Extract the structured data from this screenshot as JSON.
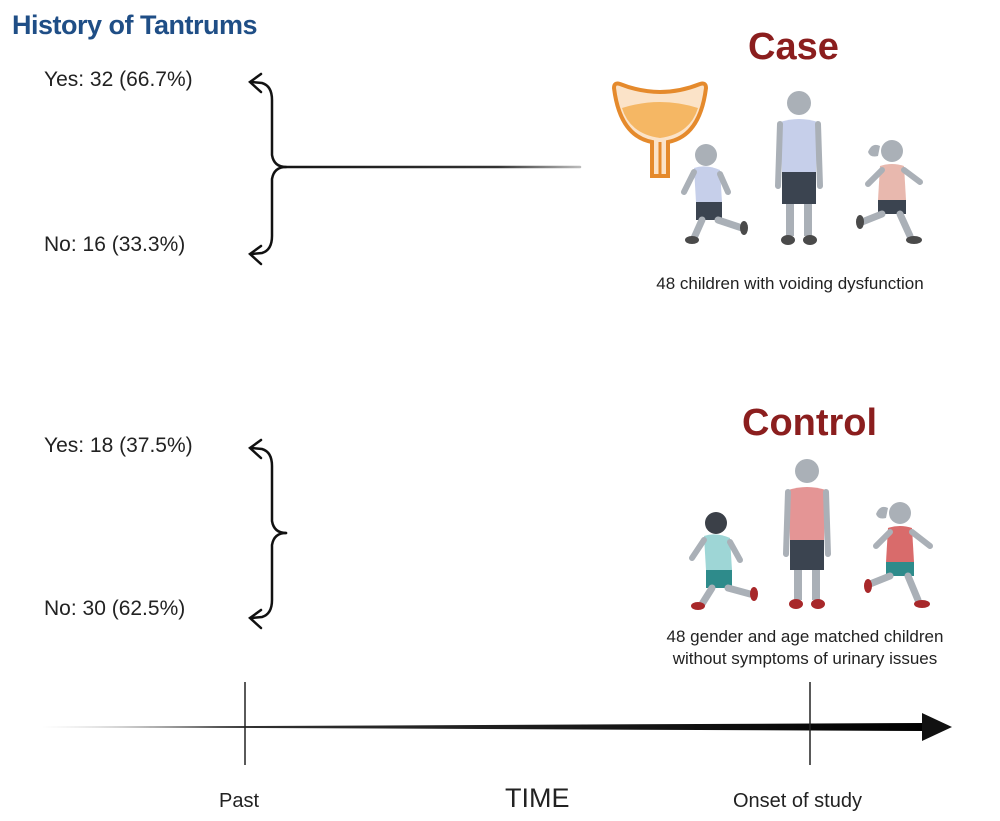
{
  "title": "History of Tantrums",
  "case": {
    "heading": "Case",
    "yes_label": "Yes: 32 (66.7%)",
    "no_label": "No: 16 (33.3%)",
    "caption": "48 children with voiding dysfunction",
    "color": "#8b1e1e"
  },
  "control": {
    "heading": "Control",
    "yes_label": "Yes: 18 (37.5%)",
    "no_label": "No: 30 (62.5%)",
    "caption_line1": "48 gender and age matched children",
    "caption_line2": "without symptoms of urinary issues",
    "color": "#8b1e1e"
  },
  "timeline": {
    "axis_label": "TIME",
    "past_label": "Past",
    "onset_label": "Onset of study"
  },
  "icons": [
    "bladder-icon",
    "child-running-icon",
    "child-standing-icon",
    "girl-running-icon"
  ]
}
